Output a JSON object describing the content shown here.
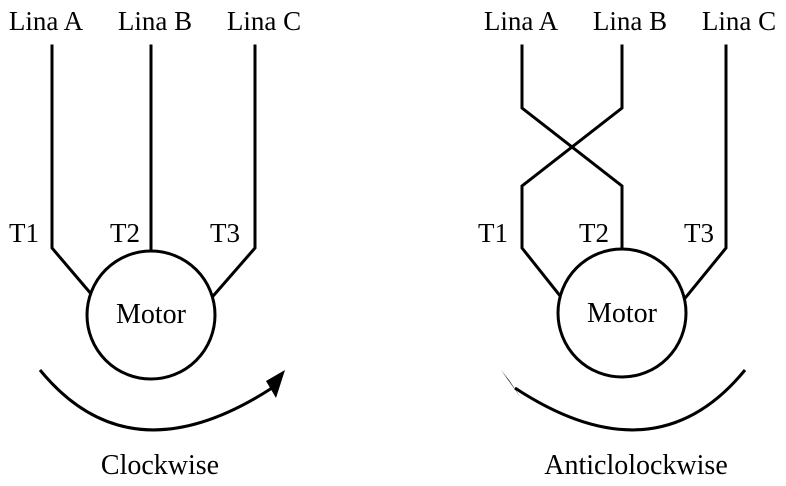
{
  "colors": {
    "stroke": "#000000",
    "background": "#ffffff"
  },
  "left_diagram": {
    "lines": [
      "Lina A",
      "Lina B",
      "Lina C"
    ],
    "terminals": [
      "T1",
      "T2",
      "T3"
    ],
    "motor": "Motor",
    "direction": "Clockwise"
  },
  "right_diagram": {
    "lines": [
      "Lina A",
      "Lina B",
      "Lina C"
    ],
    "terminals": [
      "T1",
      "T2",
      "T3"
    ],
    "motor": "Motor",
    "direction": "Anticlolockwise"
  }
}
